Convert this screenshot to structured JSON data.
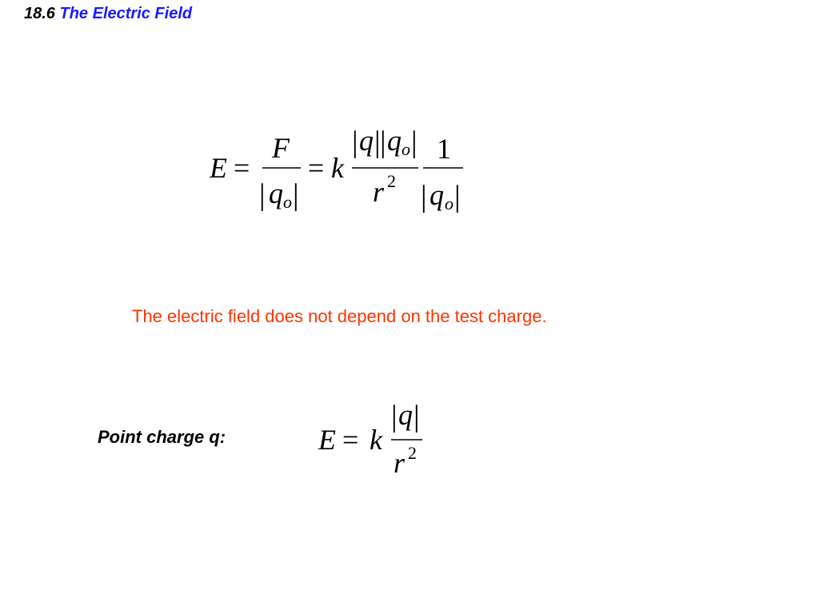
{
  "title": {
    "number": "18.6",
    "text": "The Electric Field"
  },
  "equation1": {
    "E": "E",
    "eq": "=",
    "F": "F",
    "q": "q",
    "o": "o",
    "k": "k",
    "r": "r",
    "two": "2",
    "one": "1",
    "bar": "|"
  },
  "statement": "The electric field does not depend on the test charge.",
  "point_charge": {
    "label": "Point charge q:"
  },
  "equation2": {
    "E": "E",
    "eq": "=",
    "k": "k",
    "q": "q",
    "r": "r",
    "two": "2",
    "bar": "|"
  }
}
